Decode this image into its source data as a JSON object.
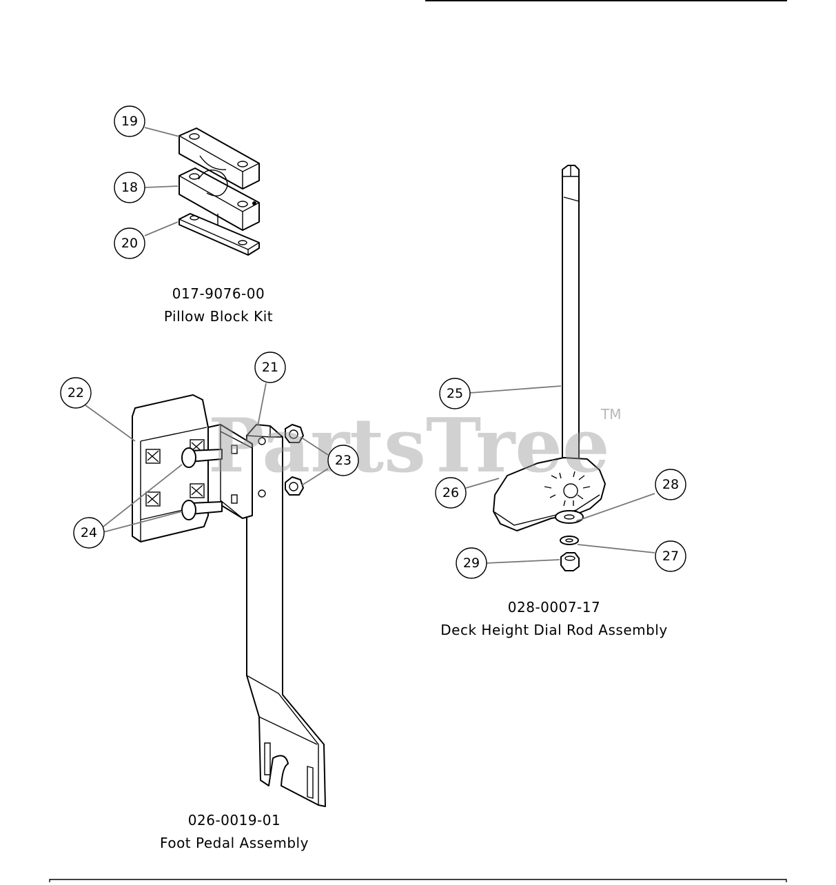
{
  "watermark": {
    "text": "PartsTree",
    "trademark": "TM"
  },
  "assemblies": [
    {
      "id": "pillow-block",
      "part_number": "017-9076-00",
      "name": "Pillow Block Kit"
    },
    {
      "id": "foot-pedal",
      "part_number": "026-0019-01",
      "name": "Foot Pedal Assembly"
    },
    {
      "id": "deck-height",
      "part_number": "028-0007-17",
      "name": "Deck Height Dial Rod Assembly"
    }
  ],
  "callouts": [
    {
      "num": "19",
      "assembly": "pillow-block"
    },
    {
      "num": "18",
      "assembly": "pillow-block"
    },
    {
      "num": "20",
      "assembly": "pillow-block"
    },
    {
      "num": "21",
      "assembly": "foot-pedal"
    },
    {
      "num": "22",
      "assembly": "foot-pedal"
    },
    {
      "num": "23",
      "assembly": "foot-pedal"
    },
    {
      "num": "24",
      "assembly": "foot-pedal"
    },
    {
      "num": "25",
      "assembly": "deck-height"
    },
    {
      "num": "26",
      "assembly": "deck-height"
    },
    {
      "num": "27",
      "assembly": "deck-height"
    },
    {
      "num": "28",
      "assembly": "deck-height"
    },
    {
      "num": "29",
      "assembly": "deck-height"
    }
  ],
  "colors": {
    "line": "#000000",
    "leader": "#777777",
    "watermark": "#9a9a9a",
    "background": "#ffffff"
  }
}
